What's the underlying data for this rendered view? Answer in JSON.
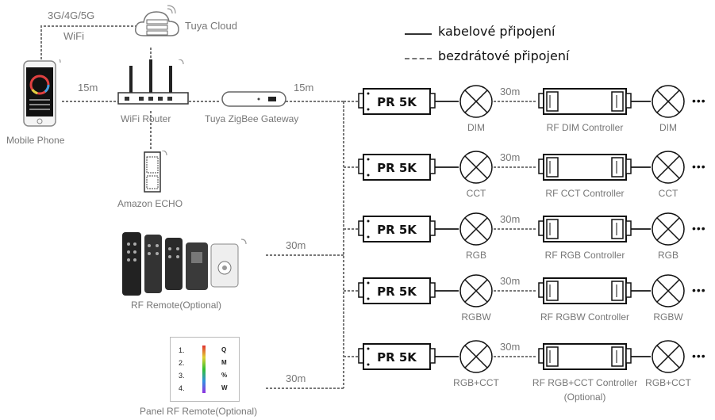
{
  "legend": {
    "wired": "kabelové připojení",
    "wireless": "bezdrátové připojení"
  },
  "top": {
    "network_label": "3G/4G/5G",
    "wifi_label": "WiFi",
    "cloud_label": "Tuya Cloud",
    "phone_label": "Mobile Phone",
    "router_label": "WiFi Router",
    "gateway_label": "Tuya ZigBee Gateway",
    "echo_label": "Amazon ECHO",
    "dist_phone_router": "15m",
    "dist_gateway_bus": "15m"
  },
  "remotes": {
    "rf_remote_label": "RF Remote(Optional)",
    "panel_remote_label": "Panel RF Remote(Optional)",
    "dist_rf_remote": "30m",
    "dist_panel_remote": "30m",
    "panel_keys": [
      "1.",
      "2.",
      "3.",
      "4."
    ],
    "panel_right_keys": [
      "Q",
      "M",
      "%",
      "W"
    ]
  },
  "rows": [
    {
      "controller": "PR 5K",
      "dist": "30m",
      "lamp1": "DIM",
      "rf_controller": "RF DIM Controller",
      "rf_controller_2": "",
      "lamp2": "DIM"
    },
    {
      "controller": "PR 5K",
      "dist": "30m",
      "lamp1": "CCT",
      "rf_controller": "RF CCT Controller",
      "rf_controller_2": "",
      "lamp2": "CCT"
    },
    {
      "controller": "PR 5K",
      "dist": "30m",
      "lamp1": "RGB",
      "rf_controller": "RF RGB Controller",
      "rf_controller_2": "",
      "lamp2": "RGB"
    },
    {
      "controller": "PR 5K",
      "dist": "30m",
      "lamp1": "RGBW",
      "rf_controller": "RF RGBW Controller",
      "rf_controller_2": "",
      "lamp2": "RGBW"
    },
    {
      "controller": "PR 5K",
      "dist": "30m",
      "lamp1": "RGB+CCT",
      "rf_controller": "RF RGB+CCT Controller",
      "rf_controller_2": "(Optional)",
      "lamp2": "RGB+CCT"
    }
  ],
  "ellipsis": "•••",
  "colors": {
    "line": "#777777",
    "wired": "#333333",
    "device_stroke": "#111111",
    "label": "#777777"
  }
}
